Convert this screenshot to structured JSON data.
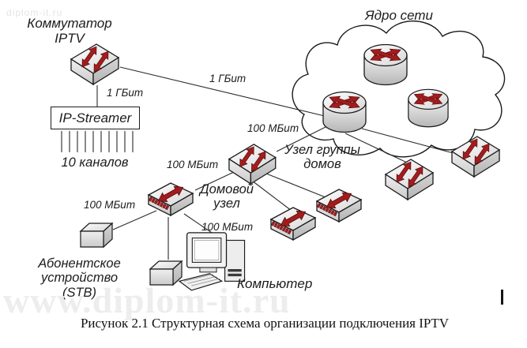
{
  "colors": {
    "arrow_red": "#a21c1e",
    "wire": "#2b2b2b",
    "watermark": "#ededed"
  },
  "watermark_top": "diplom-it.ru",
  "watermark_bottom": "www.diplom-it.ru",
  "caption": "Рисунок 2.1 Структурная схема организации подключения IPTV",
  "nodes": {
    "iptv_switch": {
      "line1": "Коммутатор",
      "line2": "IPTV"
    },
    "core_cloud": {
      "label": "Ядро сети"
    },
    "ip_streamer": {
      "label": "IP-Streamer"
    },
    "channels": {
      "label": "10 каналов"
    },
    "group_node": {
      "line1": "Узел группы",
      "line2": "домов"
    },
    "home_node": {
      "line1": "Домовой",
      "line2": "узел"
    },
    "stb": {
      "line1": "Абонентское",
      "line2": "устройство",
      "line3": "(STB)"
    },
    "computer": {
      "label": "Компьютер"
    }
  },
  "link_labels": {
    "iptv_to_core": "1 ГБит",
    "iptv_to_streamer": "1 ГБит",
    "core_to_group": "100 МБит",
    "group_to_home": "100 МБит",
    "home_to_stb": "100 МБит",
    "home_to_pc": "100 МБит"
  }
}
